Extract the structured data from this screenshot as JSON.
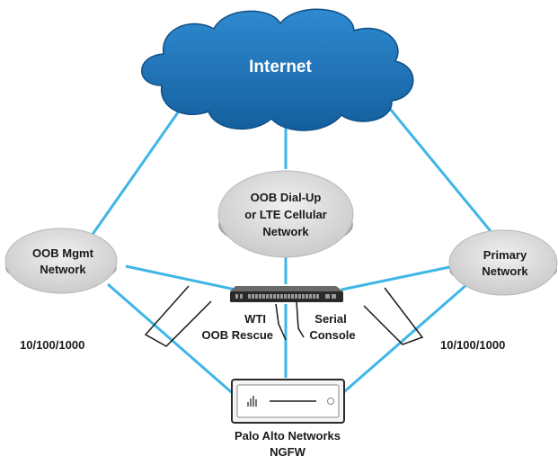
{
  "diagram": {
    "cloud": {
      "label": "Internet",
      "fill": "#1f78c2"
    },
    "nodes": {
      "oob_mgmt": {
        "lines": [
          "OOB Mgmt",
          "Network"
        ]
      },
      "oob_dialup": {
        "lines": [
          "OOB Dial-Up",
          "or LTE Cellular",
          "Network"
        ]
      },
      "primary": {
        "lines": [
          "Primary",
          "Network"
        ]
      }
    },
    "devices": {
      "wti": {
        "lines": [
          "WTI",
          "OOB Rescue"
        ]
      },
      "ngfw": {
        "lines": [
          "Palo Alto Networks",
          "NGFW"
        ]
      }
    },
    "labels": {
      "serial": [
        "Serial",
        "Console"
      ],
      "speed_left": "10/100/1000",
      "speed_right": "10/100/1000"
    },
    "colors": {
      "link": "#3fb6e6",
      "node": "#d9d9d9",
      "text": "#1a1a1a"
    }
  }
}
